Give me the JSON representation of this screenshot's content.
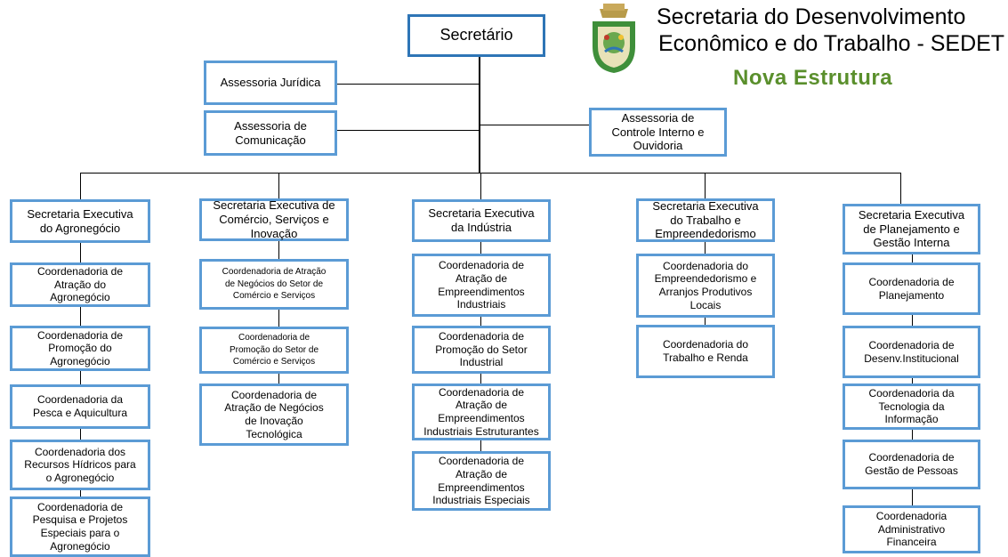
{
  "header": {
    "title_line1": "Secretaria do Desenvolvimento",
    "title_line2": "Econômico e do Trabalho - SEDET",
    "subtitle": "Nova Estrutura",
    "subtitle_color": "#5a8f2c",
    "emblem_icon": "ceara-coat-of-arms-icon"
  },
  "colors": {
    "box_border": "#5b9bd5",
    "lines": "#000000"
  },
  "secretario": "Secretário",
  "assessorias": {
    "juridica": "Assessoria Jurídica",
    "comunicacao": "Assessoria de\nComunicação",
    "controle": "Assessoria de\nControle Interno e\nOuvidoria"
  },
  "executivas": [
    {
      "title": "Secretaria Executiva\ndo Agronegócio",
      "coordenadorias": [
        "Coordenadoria de\nAtração do\nAgronegócio",
        "Coordenadoria de\nPromoção do\nAgronegócio",
        "Coordenadoria da\nPesca e Aquicultura",
        "Coordenadoria dos\nRecursos Hídricos para\no Agronegócio",
        "Coordenadoria de\nPesquisa e Projetos\nEspeciais para o\nAgronegócio"
      ]
    },
    {
      "title": "Secretaria Executiva de\nComércio, Serviços e\nInovação",
      "coordenadorias": [
        "Coordenadoria de Atração\nde Negócios do Setor de\nComércio e Serviços",
        "Coordenadoria de\nPromoção do Setor de\nComércio e Serviços",
        "Coordenadoria de\nAtração de Negócios\nde Inovação\nTecnológica"
      ]
    },
    {
      "title": "Secretaria Executiva\nda Indústria",
      "coordenadorias": [
        "Coordenadoria de\nAtração de\nEmpreendimentos\nIndustriais",
        "Coordenadoria de\nPromoção do Setor\nIndustrial",
        "Coordenadoria de\nAtração de\nEmpreendimentos\nIndustriais Estruturantes",
        "Coordenadoria de\nAtração de\nEmpreendimentos\nIndustriais Especiais"
      ]
    },
    {
      "title": "Secretaria Executiva\ndo Trabalho e\nEmpreendedorismo",
      "coordenadorias": [
        "Coordenadoria do\nEmpreendedorismo e\nArranjos Produtivos\nLocais",
        "Coordenadoria do\nTrabalho e Renda"
      ]
    },
    {
      "title": "Secretaria Executiva\nde Planejamento e\nGestão Interna",
      "coordenadorias": [
        "Coordenadoria de\nPlanejamento",
        "Coordenadoria de\nDesenv.Institucional",
        "Coordenadoria da\nTecnologia da\nInformação",
        "Coordenadoria de\nGestão de Pessoas",
        "Coordenadoria\nAdministrativo\nFinanceira"
      ]
    }
  ]
}
